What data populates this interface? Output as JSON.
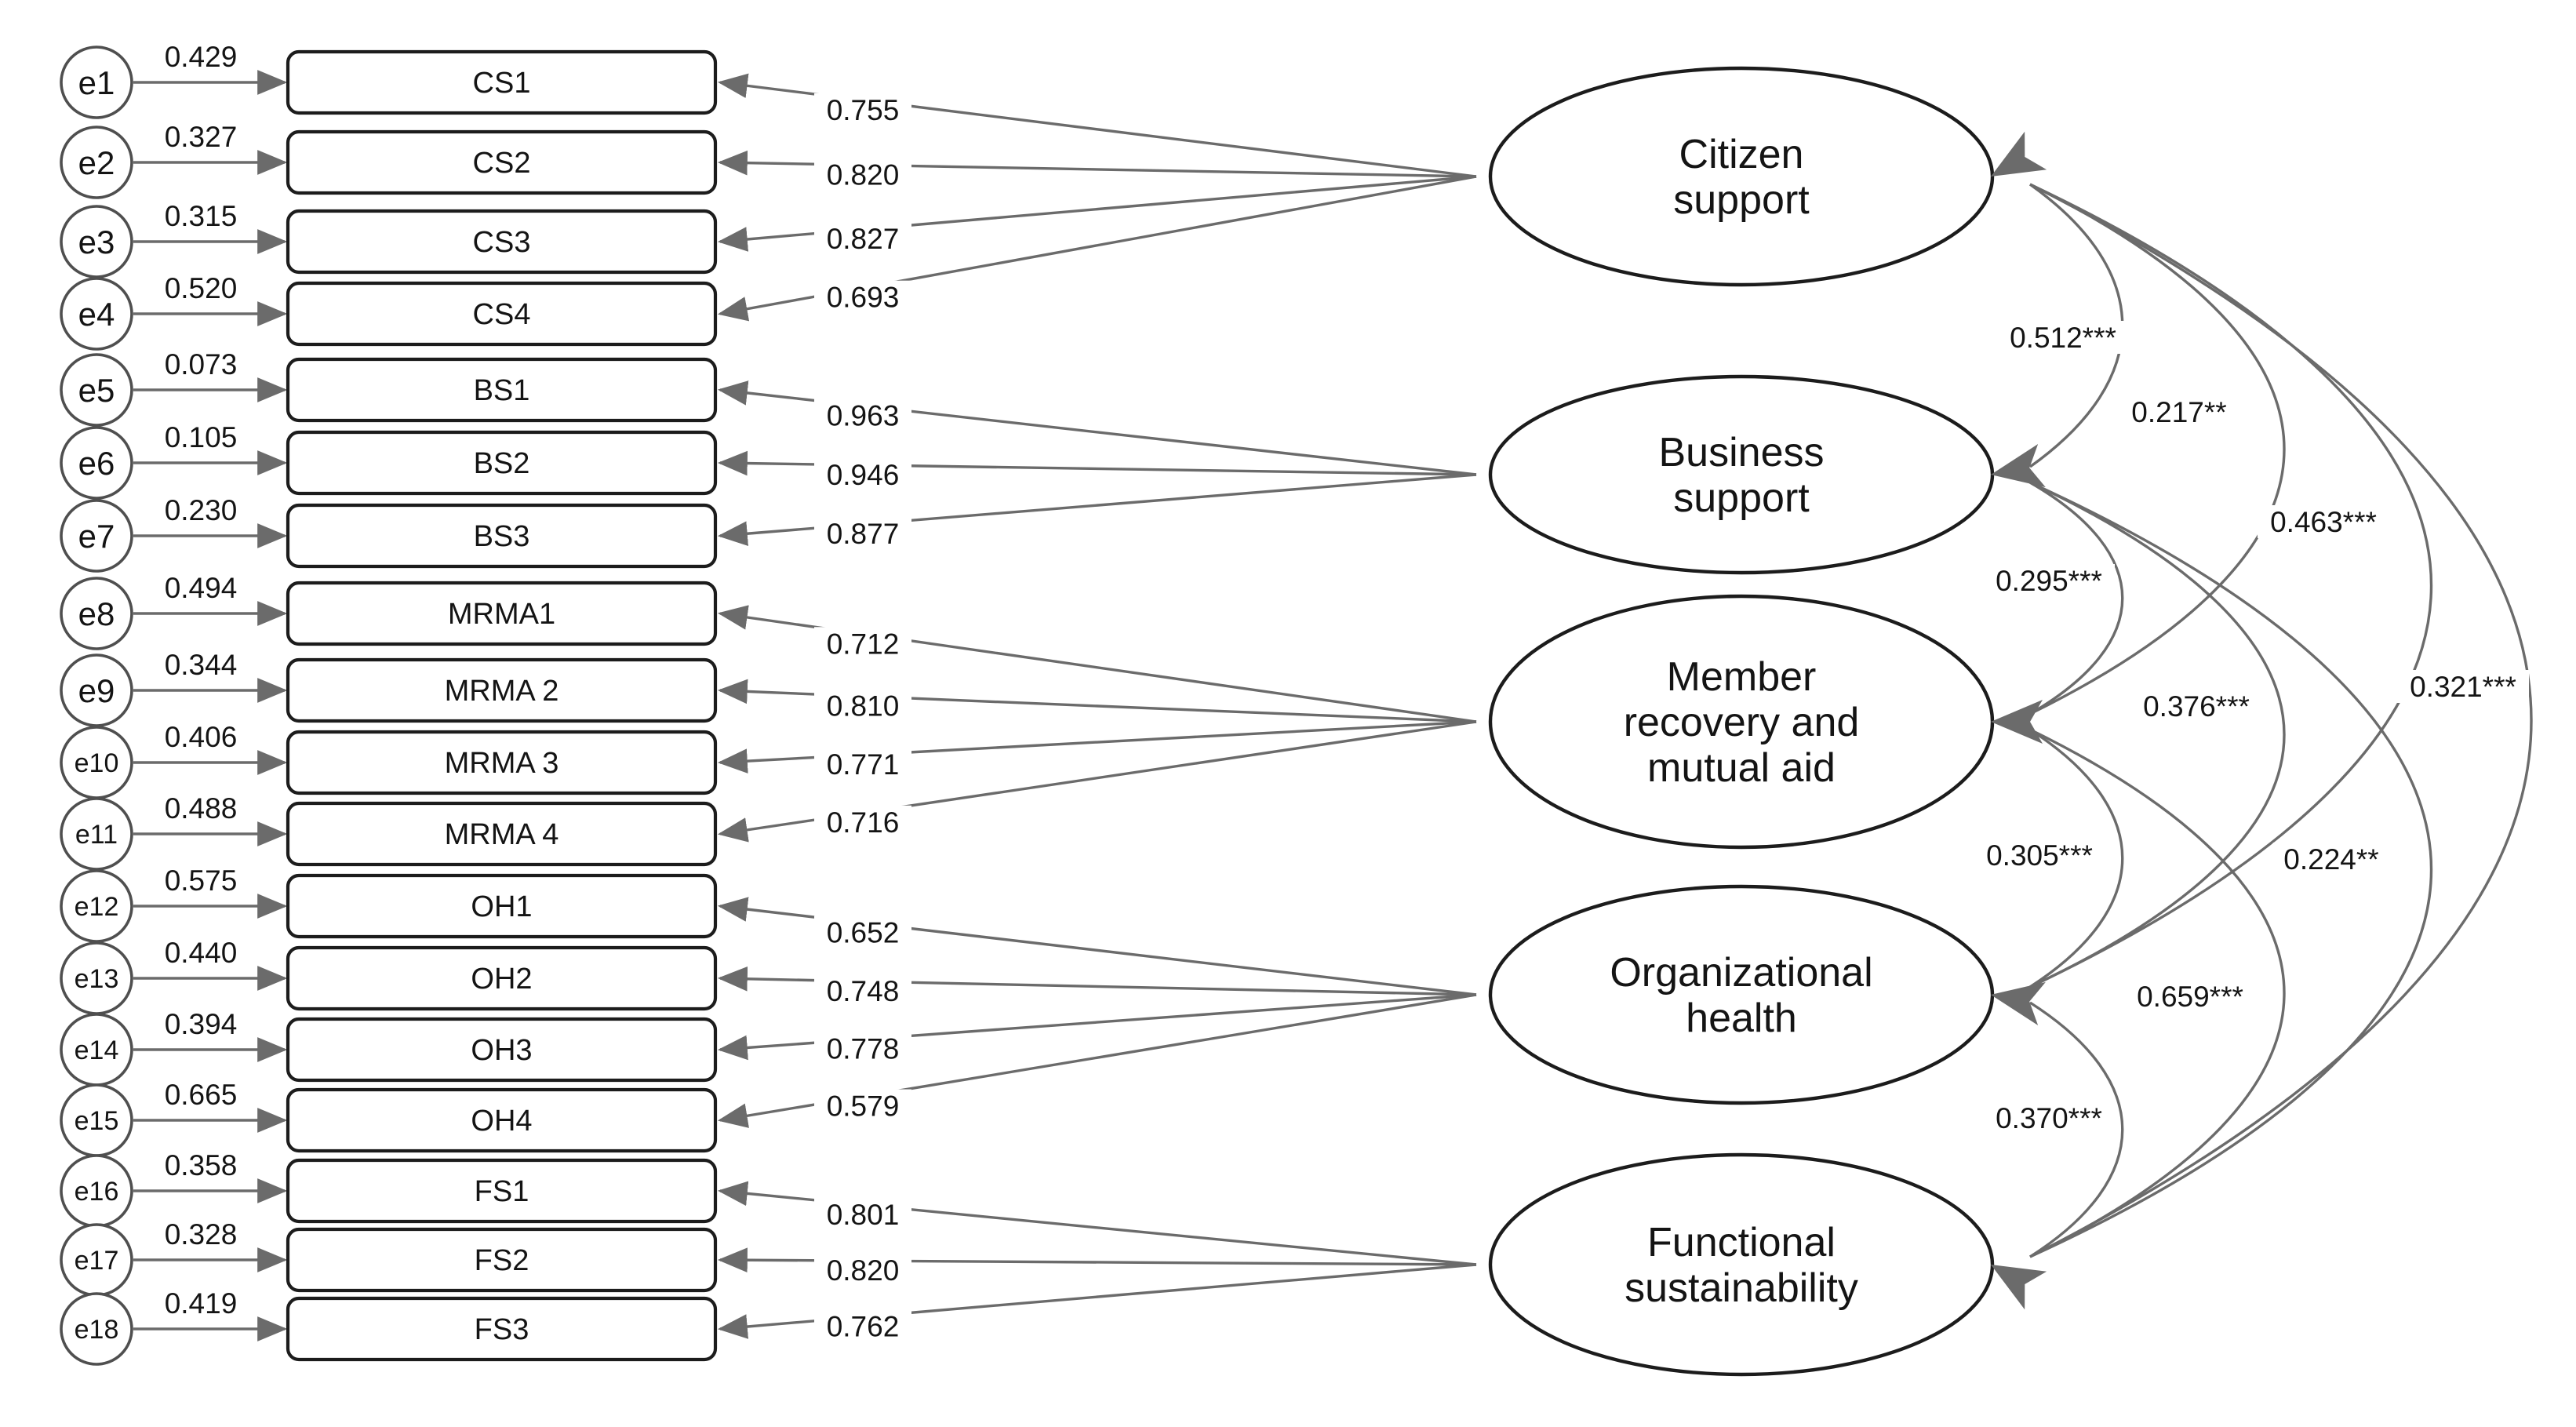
{
  "figure": {
    "type": "sem_cfa_path_diagram",
    "background": "#ffffff",
    "colors": {
      "shape_border": "#1c1c1c",
      "error_circle_border": "#4f4f4f",
      "line": "#6b6b6b",
      "arrowhead": "#6b6b6b",
      "text": "#141414",
      "fill": "#ffffff"
    },
    "indicators": [
      {
        "error_id": "e1",
        "error_variance": "0.429",
        "label": "CS1",
        "loading": "0.755",
        "factor": "cs"
      },
      {
        "error_id": "e2",
        "error_variance": "0.327",
        "label": "CS2",
        "loading": "0.820",
        "factor": "cs"
      },
      {
        "error_id": "e3",
        "error_variance": "0.315",
        "label": "CS3",
        "loading": "0.827",
        "factor": "cs"
      },
      {
        "error_id": "e4",
        "error_variance": "0.520",
        "label": "CS4",
        "loading": "0.693",
        "factor": "cs"
      },
      {
        "error_id": "e5",
        "error_variance": "0.073",
        "label": "BS1",
        "loading": "0.963",
        "factor": "bs"
      },
      {
        "error_id": "e6",
        "error_variance": "0.105",
        "label": "BS2",
        "loading": "0.946",
        "factor": "bs"
      },
      {
        "error_id": "e7",
        "error_variance": "0.230",
        "label": "BS3",
        "loading": "0.877",
        "factor": "bs"
      },
      {
        "error_id": "e8",
        "error_variance": "0.494",
        "label": "MRMA1",
        "loading": "0.712",
        "factor": "mrma"
      },
      {
        "error_id": "e9",
        "error_variance": "0.344",
        "label": "MRMA 2",
        "loading": "0.810",
        "factor": "mrma"
      },
      {
        "error_id": "e10",
        "error_variance": "0.406",
        "label": "MRMA 3",
        "loading": "0.771",
        "factor": "mrma"
      },
      {
        "error_id": "e11",
        "error_variance": "0.488",
        "label": "MRMA 4",
        "loading": "0.716",
        "factor": "mrma"
      },
      {
        "error_id": "e12",
        "error_variance": "0.575",
        "label": "OH1",
        "loading": "0.652",
        "factor": "oh"
      },
      {
        "error_id": "e13",
        "error_variance": "0.440",
        "label": "OH2",
        "loading": "0.748",
        "factor": "oh"
      },
      {
        "error_id": "e14",
        "error_variance": "0.394",
        "label": "OH3",
        "loading": "0.778",
        "factor": "oh"
      },
      {
        "error_id": "e15",
        "error_variance": "0.665",
        "label": "OH4",
        "loading": "0.579",
        "factor": "oh"
      },
      {
        "error_id": "e16",
        "error_variance": "0.358",
        "label": "FS1",
        "loading": "0.801",
        "factor": "fs"
      },
      {
        "error_id": "e17",
        "error_variance": "0.328",
        "label": "FS2",
        "loading": "0.820",
        "factor": "fs"
      },
      {
        "error_id": "e18",
        "error_variance": "0.419",
        "label": "FS3",
        "loading": "0.762",
        "factor": "fs"
      }
    ],
    "factors": [
      {
        "id": "cs",
        "name": "Citizen support",
        "label_lines": [
          "Citizen",
          "support"
        ]
      },
      {
        "id": "bs",
        "name": "Business support",
        "label_lines": [
          "Business",
          "support"
        ]
      },
      {
        "id": "mrma",
        "name": "Member recovery and mutual aid",
        "label_lines": [
          "Member",
          "recovery and",
          "mutual aid"
        ]
      },
      {
        "id": "oh",
        "name": "Organizational health",
        "label_lines": [
          "Organizational",
          "health"
        ]
      },
      {
        "id": "fs",
        "name": "Functional sustainability",
        "label_lines": [
          "Functional",
          "sustainability"
        ]
      }
    ],
    "covariances": [
      {
        "between": [
          "cs",
          "bs"
        ],
        "value": "0.512***"
      },
      {
        "between": [
          "cs",
          "mrma"
        ],
        "value": "0.217**"
      },
      {
        "between": [
          "cs",
          "oh"
        ],
        "value": "0.463***"
      },
      {
        "between": [
          "cs",
          "fs"
        ],
        "value": "0.321***"
      },
      {
        "between": [
          "bs",
          "mrma"
        ],
        "value": "0.295***"
      },
      {
        "between": [
          "bs",
          "oh"
        ],
        "value": "0.376***"
      },
      {
        "between": [
          "bs",
          "fs"
        ],
        "value": "0.224**"
      },
      {
        "between": [
          "mrma",
          "oh"
        ],
        "value": "0.305***"
      },
      {
        "between": [
          "mrma",
          "fs"
        ],
        "value": "0.659***"
      },
      {
        "between": [
          "oh",
          "fs"
        ],
        "value": "0.370***"
      }
    ]
  }
}
